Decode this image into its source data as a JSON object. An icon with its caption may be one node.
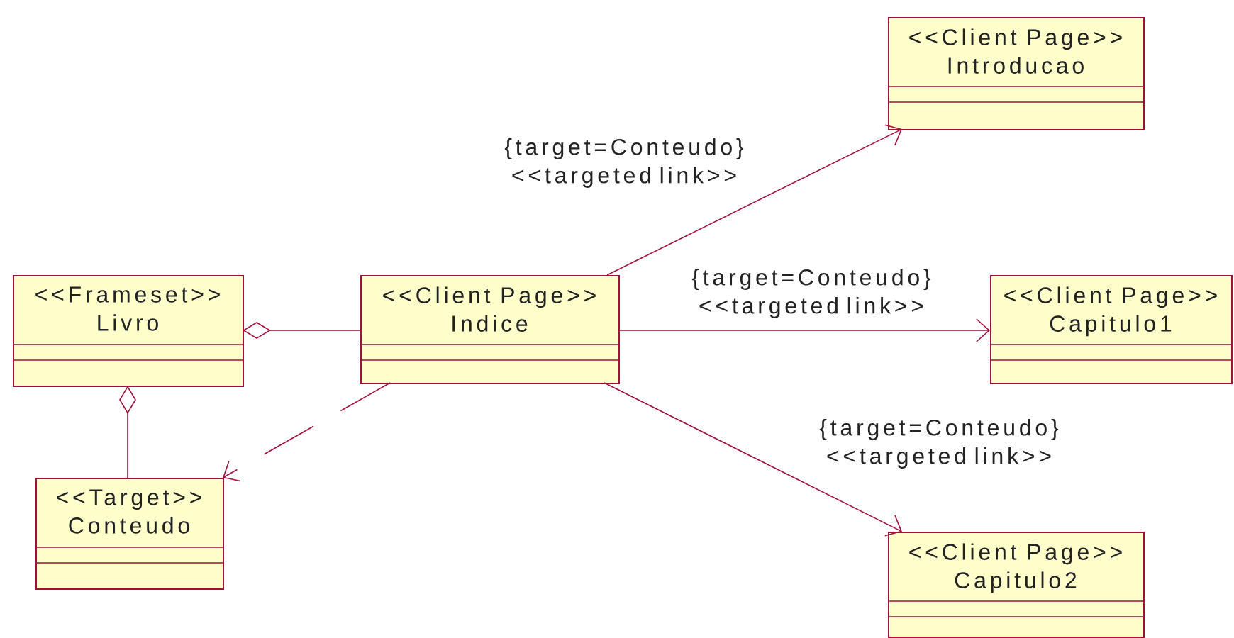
{
  "diagram": {
    "nodes": [
      {
        "text": [
          "<<Client Page>>",
          "Introducao"
        ]
      },
      {
        "text": [
          "<<Frameset>>",
          "Livro"
        ]
      },
      {
        "text": [
          "<<Client Page>>",
          "Indice"
        ]
      },
      {
        "text": [
          "<<Client Page>>",
          "Capitulo1"
        ]
      },
      {
        "text": [
          "<<Target>>",
          "Conteudo"
        ]
      },
      {
        "text": [
          "<<Client Page>>",
          "Capitulo2"
        ]
      }
    ],
    "edges": [
      {
        "from": 1,
        "to": 2,
        "arrow": "other"
      },
      {
        "from": 1,
        "to": 4,
        "arrow": "other"
      },
      {
        "from": 2,
        "to": 4,
        "arrow": "to",
        "style": "dashed"
      },
      {
        "from": 2,
        "to": 0,
        "arrow": "to",
        "label": "{target=Conteudo} <<targeted link>>"
      },
      {
        "from": 2,
        "to": 3,
        "arrow": "to",
        "label": "{target=Conteudo} <<targeted link>>"
      },
      {
        "from": 2,
        "to": 5,
        "arrow": "to",
        "label": "{target=Conteudo} <<targeted link>>"
      }
    ]
  }
}
